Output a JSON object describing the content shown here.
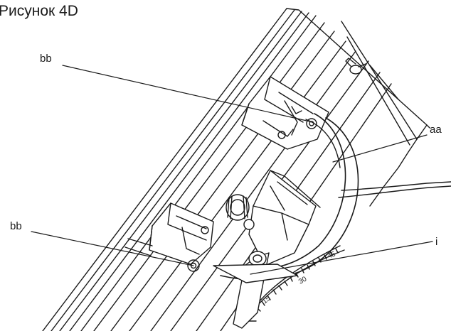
{
  "figure": {
    "title": "Рисунок 4D",
    "labels": {
      "bb_top": "bb",
      "bb_bottom": "bb",
      "aa": "aa",
      "i": "i"
    },
    "scale_numbers": [
      "15",
      "30",
      "45"
    ],
    "line_color": "#1a1a1a",
    "fill_light": "#ffffff",
    "fill_shade": "#e6e6e6"
  }
}
